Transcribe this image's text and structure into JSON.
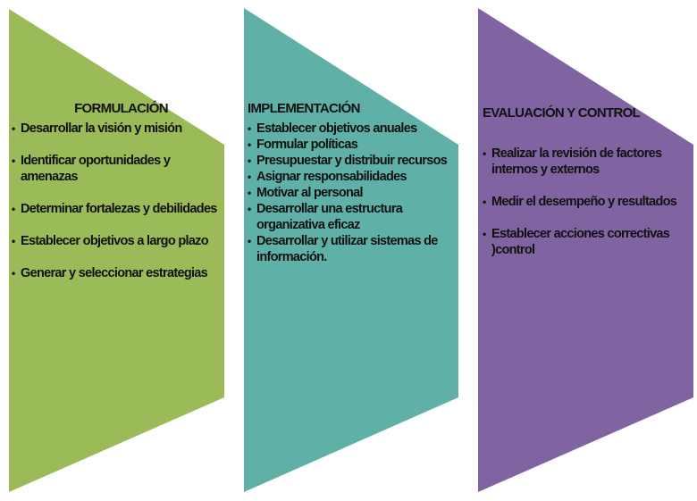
{
  "colors": {
    "formulacion": "#9bbb59",
    "implementacion": "#5fb1a7",
    "evaluacion": "#8064a2"
  },
  "stages": [
    {
      "title": "FORMULACIÓN",
      "items": [
        "Desarrollar la visión y misión",
        "Identificar oportunidades y amenazas",
        "Determinar fortalezas y debilidades",
        "Establecer objetivos a largo plazo",
        "Generar y seleccionar estrategias"
      ]
    },
    {
      "title": "IMPLEMENTACIÓN",
      "items": [
        "Establecer objetivos anuales",
        "Formular políticas",
        "Presupuestar y distribuir recursos",
        "Asignar responsabilidades",
        "Motivar al personal",
        "Desarrollar una estructura organizativa eficaz",
        "Desarrollar y utilizar sistemas de información."
      ]
    },
    {
      "title": "EVALUACIÓN Y CONTROL",
      "items": [
        "Realizar la revisión de factores internos y externos",
        "Medir el desempeño y resultados",
        "Establecer acciones correctivas )control"
      ]
    }
  ]
}
